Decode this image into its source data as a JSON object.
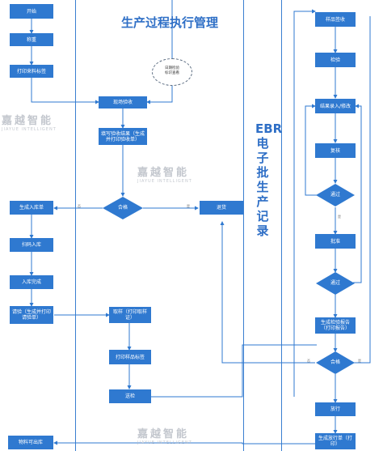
{
  "title": "生产过程执行管理",
  "side_title": "EBR电子批生产记录",
  "note": "日期检验\n标识查看",
  "watermark": {
    "cn": "嘉越智能",
    "en": "JIAYUE INTELLIGENT"
  },
  "edge_labels": {
    "no": "否",
    "yes": "是"
  },
  "nodes": {
    "start": "开始",
    "weigh": "称重",
    "print_label": "打印来料标签",
    "site_inspect": "现场验收",
    "fill_result": "填写验收结果（生成并打印验收单）",
    "qualified_1": "合格",
    "gen_inbound": "生成入库单",
    "scan_inbound": "扫码入库",
    "inbound_done": "入库完成",
    "request_insp": "请验（生成并打印请验单）",
    "sampling": "取样（打印取样证）",
    "print_sample": "打印样品标签",
    "send_insp": "送检",
    "return_goods": "退货",
    "sample_recv": "样品签收",
    "inspect": "检验",
    "result_entry": "结果录入/修改",
    "review": "复核",
    "pass_1": "通过",
    "approve": "批准",
    "pass_2": "通过",
    "gen_report": "生成检验报告（打印报告）",
    "qualified_2": "合格",
    "release": "放行",
    "gen_release": "生成放行单（打印）",
    "material_out": "物料可出库"
  }
}
